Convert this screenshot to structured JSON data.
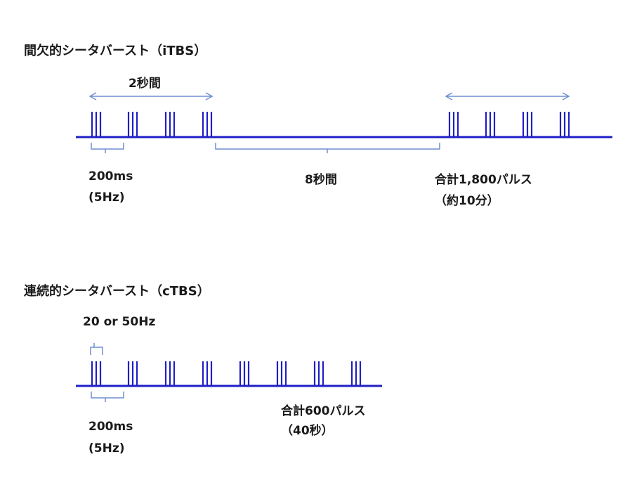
{
  "colors": {
    "line": "#1f1fc8",
    "bracket": "#6f8fd0",
    "text": "#1a1a1a"
  },
  "itbs": {
    "title": "間欠的シータバースト（iTBS）",
    "train_label": "2秒間",
    "pause_label": "8秒間",
    "burst_interval_label": "200ms",
    "burst_freq_label": "(5Hz)",
    "total_label": "合計1,800パルス",
    "duration_label": "（約10分）",
    "pulses_per_burst": 3,
    "bursts_shown_per_train": 4
  },
  "ctbs": {
    "title": "連続的シータバースト（cTBS）",
    "pulse_freq_label": "20 or 50Hz",
    "burst_interval_label": "200ms",
    "burst_freq_label": "(5Hz)",
    "total_label": "合計600パルス",
    "duration_label": "（40秒）",
    "pulses_per_burst": 3,
    "bursts_shown": 8
  }
}
